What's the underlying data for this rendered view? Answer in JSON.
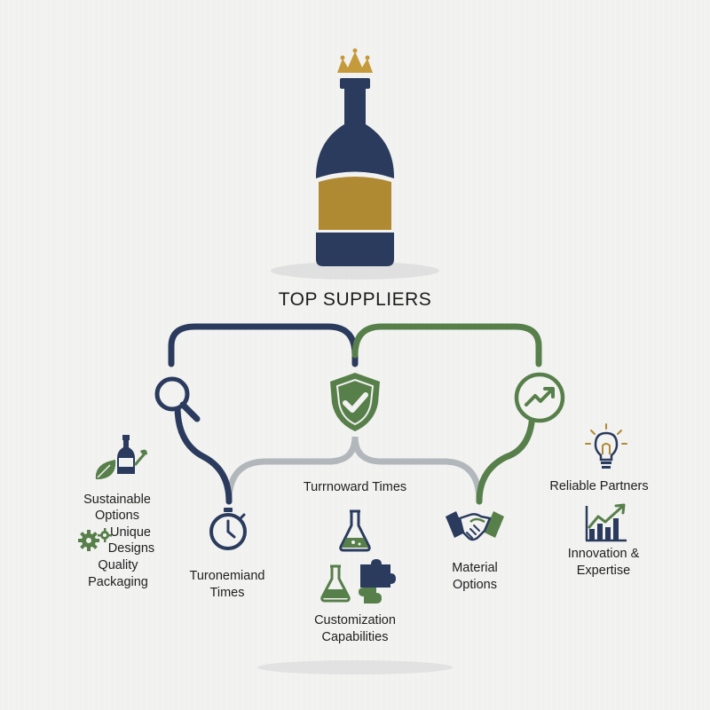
{
  "title": "TOP SUPPLIERS",
  "colors": {
    "navy": "#2b3b5e",
    "green": "#577f4a",
    "gold": "#b08a33",
    "gray": "#b2b7bc",
    "background": "#f2f2f1"
  },
  "icons": [
    "crown-icon",
    "bottle-icon",
    "magnifier-icon",
    "shield-check-icon",
    "growth-chart-icon",
    "leaf-icon",
    "small-bottle-icon",
    "gears-icon",
    "stopwatch-icon",
    "flask-icon",
    "puzzle-icon",
    "handshake-icon",
    "lightbulb-icon",
    "bar-chart-icon"
  ],
  "labels": {
    "center_top": "Turrnoward Times",
    "left_block": [
      "Sustainable",
      "Options",
      "Unique",
      "Designs",
      "Quality",
      "Packaging"
    ],
    "turnaround_left": [
      "Turonemiand",
      "Times"
    ],
    "customization": [
      "Customization",
      "Capabilities"
    ],
    "material": [
      "Material",
      "Options"
    ],
    "reliable": "Reliable Partners",
    "innovation": [
      "Innovation &",
      "Expertise"
    ]
  }
}
